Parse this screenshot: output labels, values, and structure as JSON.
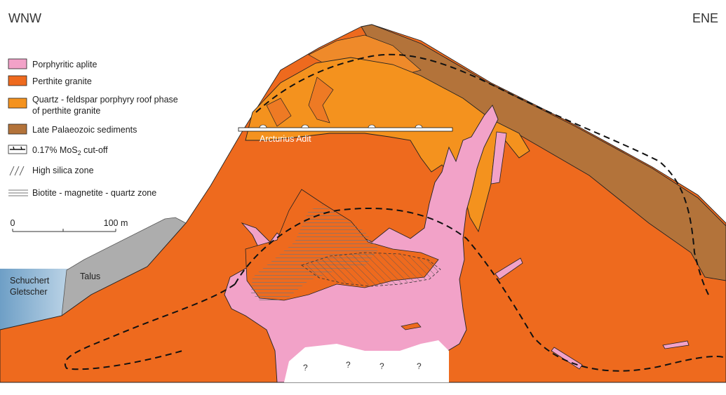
{
  "headings": {
    "west": "WNW",
    "east": "ENE"
  },
  "legend": [
    {
      "label": "Porphyritic aplite",
      "color": "#F2A2C8"
    },
    {
      "label": "Perthite granite",
      "color": "#EE6A1E"
    },
    {
      "label": "Quartz - feldspar porphyry roof phase",
      "label2": "of perthite granite",
      "color": "#F4921E"
    },
    {
      "label": "Late Palaeozoic sediments",
      "color": "#B3733A"
    },
    {
      "label": "0.17% MoS",
      "sub": "2",
      "suffix": " cut-off"
    },
    {
      "label": "High silica zone"
    },
    {
      "label": "Biotite - magnetite - quartz zone"
    }
  ],
  "scale": {
    "start": "0",
    "end": "100 m"
  },
  "labels": {
    "glacier_1": "Schuchert",
    "glacier_2": "Gletscher",
    "talus": "Talus",
    "adit": "Arcturius Adit"
  },
  "unknown_marks": [
    "?",
    "?",
    "?",
    "?"
  ],
  "colors": {
    "glacier": "#7DA9CC",
    "talus": "#A8A8A8",
    "outline": "#222222"
  }
}
